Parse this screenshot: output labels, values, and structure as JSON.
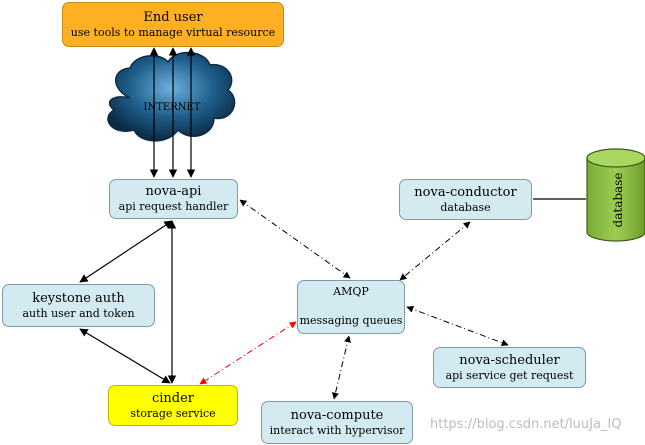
{
  "nodes": {
    "end_user": {
      "title": "End user",
      "subtitle": "use tools to manage virtual resource"
    },
    "internet": {
      "label": "INTERNET"
    },
    "nova_api": {
      "title": "nova-api",
      "subtitle": "api request handler"
    },
    "nova_conductor": {
      "title": "nova-conductor",
      "subtitle": "database"
    },
    "database": {
      "label": "database"
    },
    "keystone": {
      "title": "keystone auth",
      "subtitle": "auth user and token"
    },
    "amqp": {
      "title": "AMQP",
      "subtitle": "messaging queues"
    },
    "nova_scheduler": {
      "title": "nova-scheduler",
      "subtitle": "api service get request"
    },
    "cinder": {
      "title": "cinder",
      "subtitle": "storage service"
    },
    "nova_compute": {
      "title": "nova-compute",
      "subtitle": "interact with hypervisor"
    }
  },
  "watermark": "https://blog.csdn.net/luuJa_IQ",
  "colors": {
    "box_fill": "#d4eaf1",
    "end_user_fill": "#fdb022",
    "cinder_fill": "#ffff00",
    "database_fill": "#8cbf3f",
    "cloud_fill": "#1f5f8b",
    "rpc_link_color": "#ff0000"
  }
}
